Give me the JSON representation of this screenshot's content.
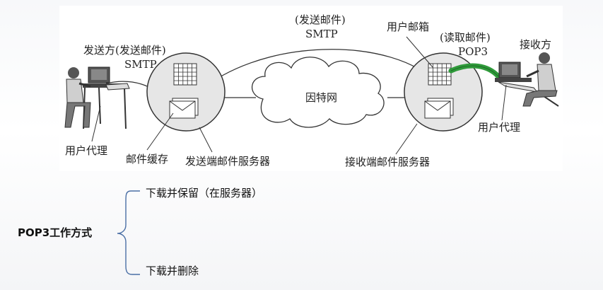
{
  "diagram": {
    "sender_label": "发送方(发送邮件)",
    "sender_protocol": "SMTP",
    "top_label": "(发送邮件)",
    "top_protocol": "SMTP",
    "mailbox_label": "用户邮箱",
    "read_label": "(读取邮件)",
    "read_protocol": "POP3",
    "receiver_label": "接收方",
    "internet_label": "因特网",
    "user_agent_left": "用户代理",
    "mail_cache": "邮件缓存",
    "sender_server": "发送端邮件服务器",
    "receiver_server": "接收端邮件服务器",
    "user_agent_right": "用户代理"
  },
  "tree": {
    "root": "POP3工作方式",
    "branches": [
      "下载并保留（在服务器）",
      "下载并删除"
    ]
  },
  "colors": {
    "pop3_link": "#2f9a3a",
    "server_fill": "#e6e6e6",
    "line": "#333333"
  }
}
